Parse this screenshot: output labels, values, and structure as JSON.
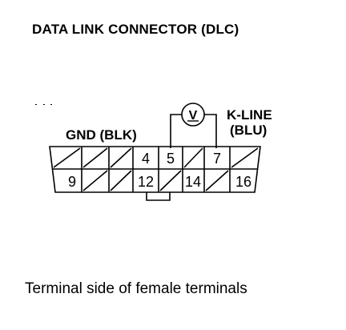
{
  "title": "DATA LINK CONNECTOR (DLC)",
  "caption": "Terminal side of female terminals",
  "labels": {
    "gnd": "GND (BLK)",
    "kline_1": "K-LINE",
    "kline_2": "(BLU)",
    "meter_symbol": "V"
  },
  "terminals": {
    "pin_4": "4",
    "pin_5": "5",
    "pin_7": "7",
    "pin_9": "9",
    "pin_12": "12",
    "pin_14": "14",
    "pin_16": "16"
  }
}
